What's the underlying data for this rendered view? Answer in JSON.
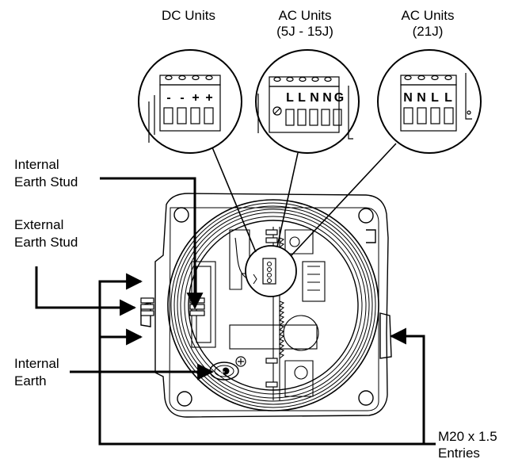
{
  "headers": {
    "dc": "DC Units",
    "ac_small_1": "AC Units",
    "ac_small_2": "(5J - 15J)",
    "ac_large_1": "AC Units",
    "ac_large_2": "(21J)"
  },
  "callouts": {
    "internal_earth_stud_1": "Internal",
    "internal_earth_stud_2": "Earth Stud",
    "external_earth_stud_1": "External",
    "external_earth_stud_2": "Earth Stud",
    "internal_earth_1": "Internal",
    "internal_earth_2": "Earth",
    "entries_1": "M20 x 1.5",
    "entries_2": "Entries"
  },
  "terminals": {
    "dc": [
      "-",
      "-",
      "+",
      "+"
    ],
    "ac_5j_15j": [
      "L",
      "L",
      "N",
      "N",
      "G"
    ],
    "ac_21j": [
      "N",
      "N",
      "L",
      "L"
    ]
  }
}
